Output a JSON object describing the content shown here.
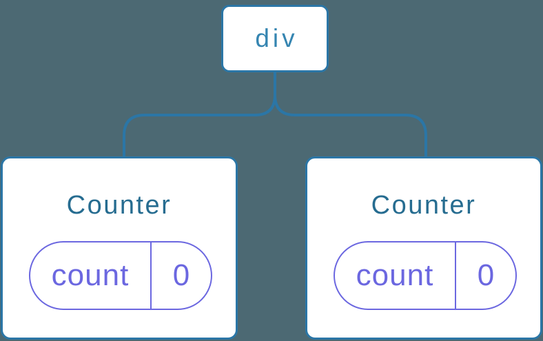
{
  "colors": {
    "background": "#4c6973",
    "node_stroke": "#2b76a6",
    "node_fill": "#ffffff",
    "root_label_color": "#3585b1",
    "component_name_color": "#266c90",
    "state_accent": "#6b67e0"
  },
  "tree": {
    "root": {
      "label": "div"
    },
    "children": [
      {
        "title": "Counter",
        "state": [
          {
            "name": "count",
            "value": "0"
          }
        ]
      },
      {
        "title": "Counter",
        "state": [
          {
            "name": "count",
            "value": "0"
          }
        ]
      }
    ]
  }
}
